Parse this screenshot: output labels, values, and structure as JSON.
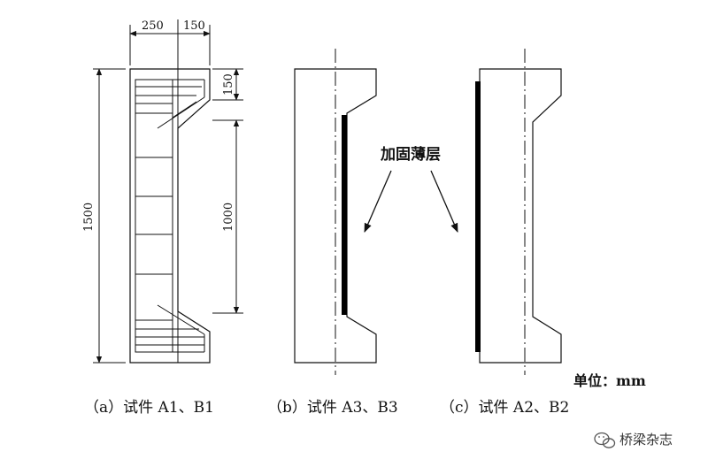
{
  "dimensions": {
    "top_left": "250",
    "top_right": "150",
    "total_height": "1500",
    "flange": "150",
    "middle": "1000"
  },
  "captions": {
    "a": "（a）试件 A1、B1",
    "b": "（b）试件 A3、B3",
    "c": "（c）试件 A2、B2"
  },
  "labels": {
    "reinforcement_layer": "加固薄层",
    "unit": "单位：mm"
  },
  "watermark": {
    "text": "桥梁杂志",
    "icon": "wechat-icon"
  },
  "colors": {
    "line": "#111111",
    "layer": "#000000"
  }
}
